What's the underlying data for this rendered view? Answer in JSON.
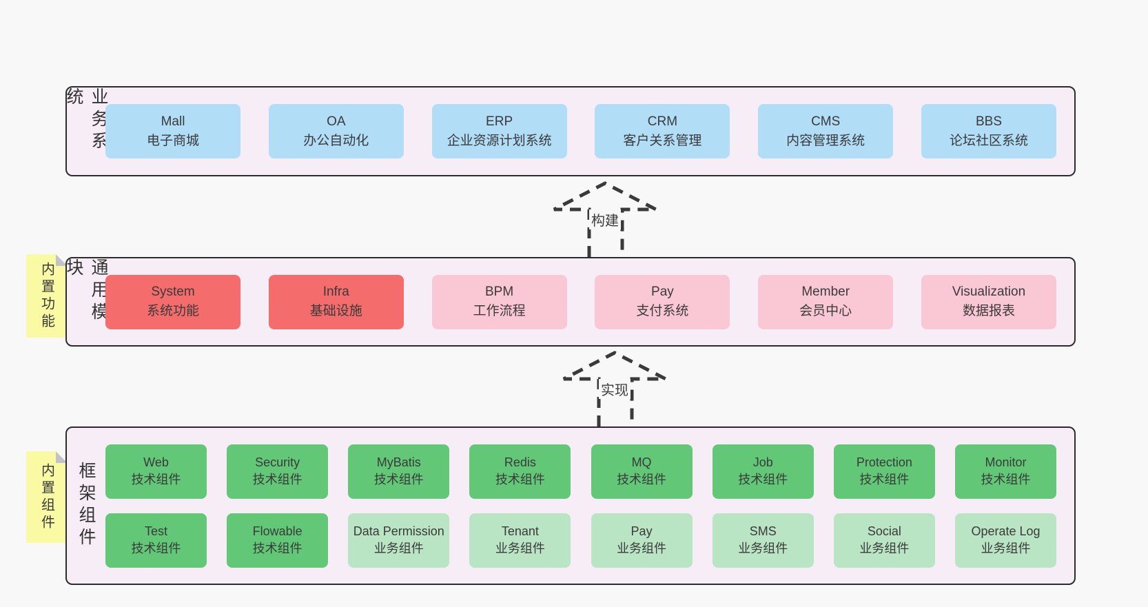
{
  "palette": {
    "page_bg": "#f8f8f8",
    "band_bg": "#f7edf6",
    "border": "#2b2b2b",
    "blue": "#b1ddf7",
    "red": "#f56c6c",
    "pink": "#fac8d5",
    "green": "#62c878",
    "light_green": "#b9e5c4",
    "sticky_yellow": "#fbfaa4",
    "arrow": "#3a3a3a"
  },
  "arrows": [
    {
      "label": "构建"
    },
    {
      "label": "实现"
    }
  ],
  "stickies": [
    {
      "text": "内置功能"
    },
    {
      "text": "内置组件"
    }
  ],
  "layers": [
    {
      "label": "业务系统",
      "rows": [
        [
          {
            "title": "Mall",
            "subtitle": "电子商城",
            "variant": "blue"
          },
          {
            "title": "OA",
            "subtitle": "办公自动化",
            "variant": "blue"
          },
          {
            "title": "ERP",
            "subtitle": "企业资源计划系统",
            "variant": "blue"
          },
          {
            "title": "CRM",
            "subtitle": "客户关系管理",
            "variant": "blue"
          },
          {
            "title": "CMS",
            "subtitle": "内容管理系统",
            "variant": "blue"
          },
          {
            "title": "BBS",
            "subtitle": "论坛社区系统",
            "variant": "blue"
          }
        ]
      ]
    },
    {
      "label": "通用模块",
      "rows": [
        [
          {
            "title": "System",
            "subtitle": "系统功能",
            "variant": "red"
          },
          {
            "title": "Infra",
            "subtitle": "基础设施",
            "variant": "red"
          },
          {
            "title": "BPM",
            "subtitle": "工作流程",
            "variant": "pink"
          },
          {
            "title": "Pay",
            "subtitle": "支付系统",
            "variant": "pink"
          },
          {
            "title": "Member",
            "subtitle": "会员中心",
            "variant": "pink"
          },
          {
            "title": "Visualization",
            "subtitle": "数据报表",
            "variant": "pink"
          }
        ]
      ]
    },
    {
      "label": "框架组件",
      "rows": [
        [
          {
            "title": "Web",
            "subtitle": "技术组件",
            "variant": "green"
          },
          {
            "title": "Security",
            "subtitle": "技术组件",
            "variant": "green"
          },
          {
            "title": "MyBatis",
            "subtitle": "技术组件",
            "variant": "green"
          },
          {
            "title": "Redis",
            "subtitle": "技术组件",
            "variant": "green"
          },
          {
            "title": "MQ",
            "subtitle": "技术组件",
            "variant": "green"
          },
          {
            "title": "Job",
            "subtitle": "技术组件",
            "variant": "green"
          },
          {
            "title": "Protection",
            "subtitle": "技术组件",
            "variant": "green"
          },
          {
            "title": "Monitor",
            "subtitle": "技术组件",
            "variant": "green"
          }
        ],
        [
          {
            "title": "Test",
            "subtitle": "技术组件",
            "variant": "green"
          },
          {
            "title": "Flowable",
            "subtitle": "技术组件",
            "variant": "green"
          },
          {
            "title": "Data Permission",
            "subtitle": "业务组件",
            "variant": "light_green"
          },
          {
            "title": "Tenant",
            "subtitle": "业务组件",
            "variant": "light_green"
          },
          {
            "title": "Pay",
            "subtitle": "业务组件",
            "variant": "light_green"
          },
          {
            "title": "SMS",
            "subtitle": "业务组件",
            "variant": "light_green"
          },
          {
            "title": "Social",
            "subtitle": "业务组件",
            "variant": "light_green"
          },
          {
            "title": "Operate Log",
            "subtitle": "业务组件",
            "variant": "light_green"
          }
        ]
      ]
    }
  ]
}
